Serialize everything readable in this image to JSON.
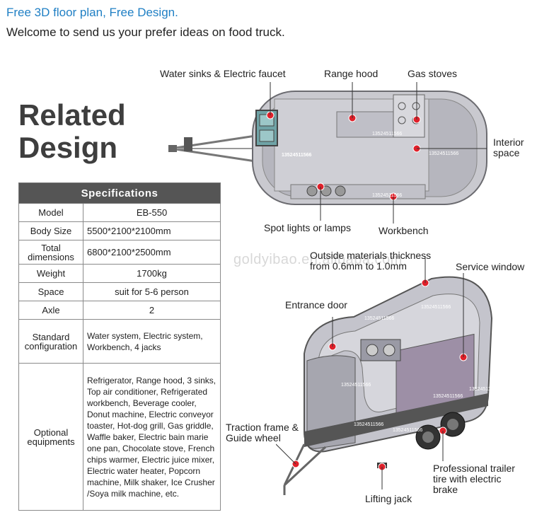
{
  "header": {
    "tagline": "Free 3D floor plan, Free Design.",
    "welcome": "Welcome to send us your prefer ideas on food truck."
  },
  "heading": {
    "line1": "Related",
    "line2": "Design"
  },
  "specs": {
    "title": "Specifications",
    "rows": [
      {
        "key": "Model",
        "value": "EB-550"
      },
      {
        "key": "Body Size",
        "value": "5500*2100*2100mm"
      },
      {
        "key": "Total dimensions",
        "value": "6800*2100*2500mm"
      },
      {
        "key": "Weight",
        "value": "1700kg"
      },
      {
        "key": "Space",
        "value": "suit for 5-6 person"
      },
      {
        "key": "Axle",
        "value": "2"
      },
      {
        "key": "Standard configuration",
        "value": "Water system, Electric system, Workbench, 4 jacks"
      },
      {
        "key": "Optional equipments",
        "value": "Refrigerator, Range hood, 3 sinks, Top air conditioner, Refrigerated workbench, Beverage cooler, Donut machine, Electric conveyor toaster, Hot-dog grill, Gas griddle, Waffle baker, Electric bain marie one pan, Chocolate stove, French chips warmer, Electric juice mixer, Electric water heater, Popcorn machine, Milk shaker, Ice Crusher /Soya milk machine, etc."
      }
    ]
  },
  "floorplan": {
    "labels": {
      "sinks": "Water sinks & Electric faucet",
      "hood": "Range hood",
      "stoves": "Gas stoves",
      "interior": "Interior space",
      "lamps": "Spot lights or lamps",
      "workbench": "Workbench"
    }
  },
  "view3d": {
    "labels": {
      "thickness": "Outside materials thickness from 0.6mm to 1.0mm",
      "service": "Service window",
      "door": "Entrance door",
      "traction": "Traction frame & Guide wheel",
      "tire": "Professional trailer tire  with electric brake",
      "jack": "Lifting jack"
    }
  },
  "watermark": "goldyibao.en.alibaba.com",
  "phone_watermark": "13524511566",
  "colors": {
    "accent_blue": "#1f7fc4",
    "spec_header": "#555555",
    "marker_red": "#e0202a"
  }
}
